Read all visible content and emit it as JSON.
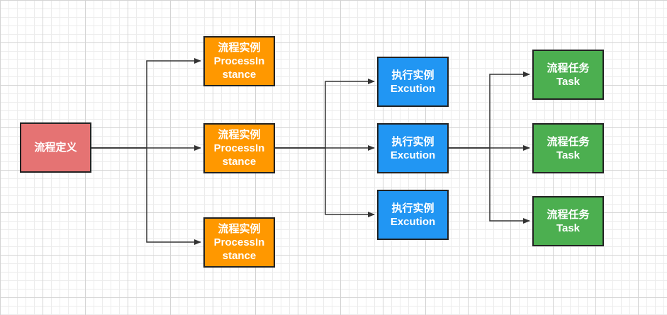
{
  "diagram": {
    "definition": {
      "label": "流程定义",
      "color": "#e57373"
    },
    "process_instances": [
      {
        "line1": "流程实例",
        "line2": "ProcessIn",
        "line3": "stance"
      },
      {
        "line1": "流程实例",
        "line2": "ProcessIn",
        "line3": "stance"
      },
      {
        "line1": "流程实例",
        "line2": "ProcessIn",
        "line3": "stance"
      }
    ],
    "executions": [
      {
        "line1": "执行实例",
        "line2": "Excution"
      },
      {
        "line1": "执行实例",
        "line2": "Excution"
      },
      {
        "line1": "执行实例",
        "line2": "Excution"
      }
    ],
    "tasks": [
      {
        "line1": "流程任务",
        "line2": "Task"
      },
      {
        "line1": "流程任务",
        "line2": "Task"
      },
      {
        "line1": "流程任务",
        "line2": "Task"
      }
    ],
    "colors": {
      "process_instance": "#ff9800",
      "execution": "#2196f3",
      "task": "#4caf50",
      "edge": "#333333"
    }
  }
}
